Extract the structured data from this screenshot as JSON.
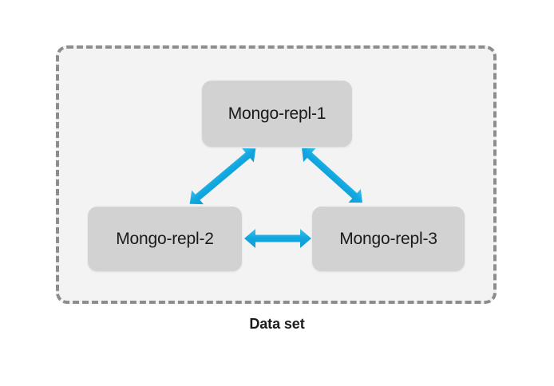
{
  "diagram": {
    "type": "mongodb-replica-set-topology",
    "caption": "Data set",
    "container": {
      "name": "data-set-boundary",
      "border_style": "dashed",
      "border_color": "#8d8d8d",
      "fill_color": "#f3f3f4"
    },
    "nodes": [
      {
        "id": "mongo-repl-1",
        "label": "Mongo-repl-1",
        "fill_color": "#d2d2d2",
        "text_color": "#1a1a1a"
      },
      {
        "id": "mongo-repl-2",
        "label": "Mongo-repl-2",
        "fill_color": "#d2d2d2",
        "text_color": "#1a1a1a"
      },
      {
        "id": "mongo-repl-3",
        "label": "Mongo-repl-3",
        "fill_color": "#d2d2d2",
        "text_color": "#1a1a1a"
      }
    ],
    "connections": [
      {
        "id": "link-repl1-repl2",
        "from": "mongo-repl-1",
        "to": "mongo-repl-2",
        "direction": "bidirectional",
        "color": "#12a8e0"
      },
      {
        "id": "link-repl1-repl3",
        "from": "mongo-repl-1",
        "to": "mongo-repl-3",
        "direction": "bidirectional",
        "color": "#12a8e0"
      },
      {
        "id": "link-repl2-repl3",
        "from": "mongo-repl-2",
        "to": "mongo-repl-3",
        "direction": "bidirectional",
        "color": "#12a8e0"
      }
    ],
    "colors": {
      "page_background": "#ffffff",
      "arrow": "#12a8e0",
      "node_fill": "#d2d2d2",
      "container_fill": "#f3f3f4",
      "container_border": "#8d8d8d",
      "text": "#1a1a1a"
    }
  }
}
